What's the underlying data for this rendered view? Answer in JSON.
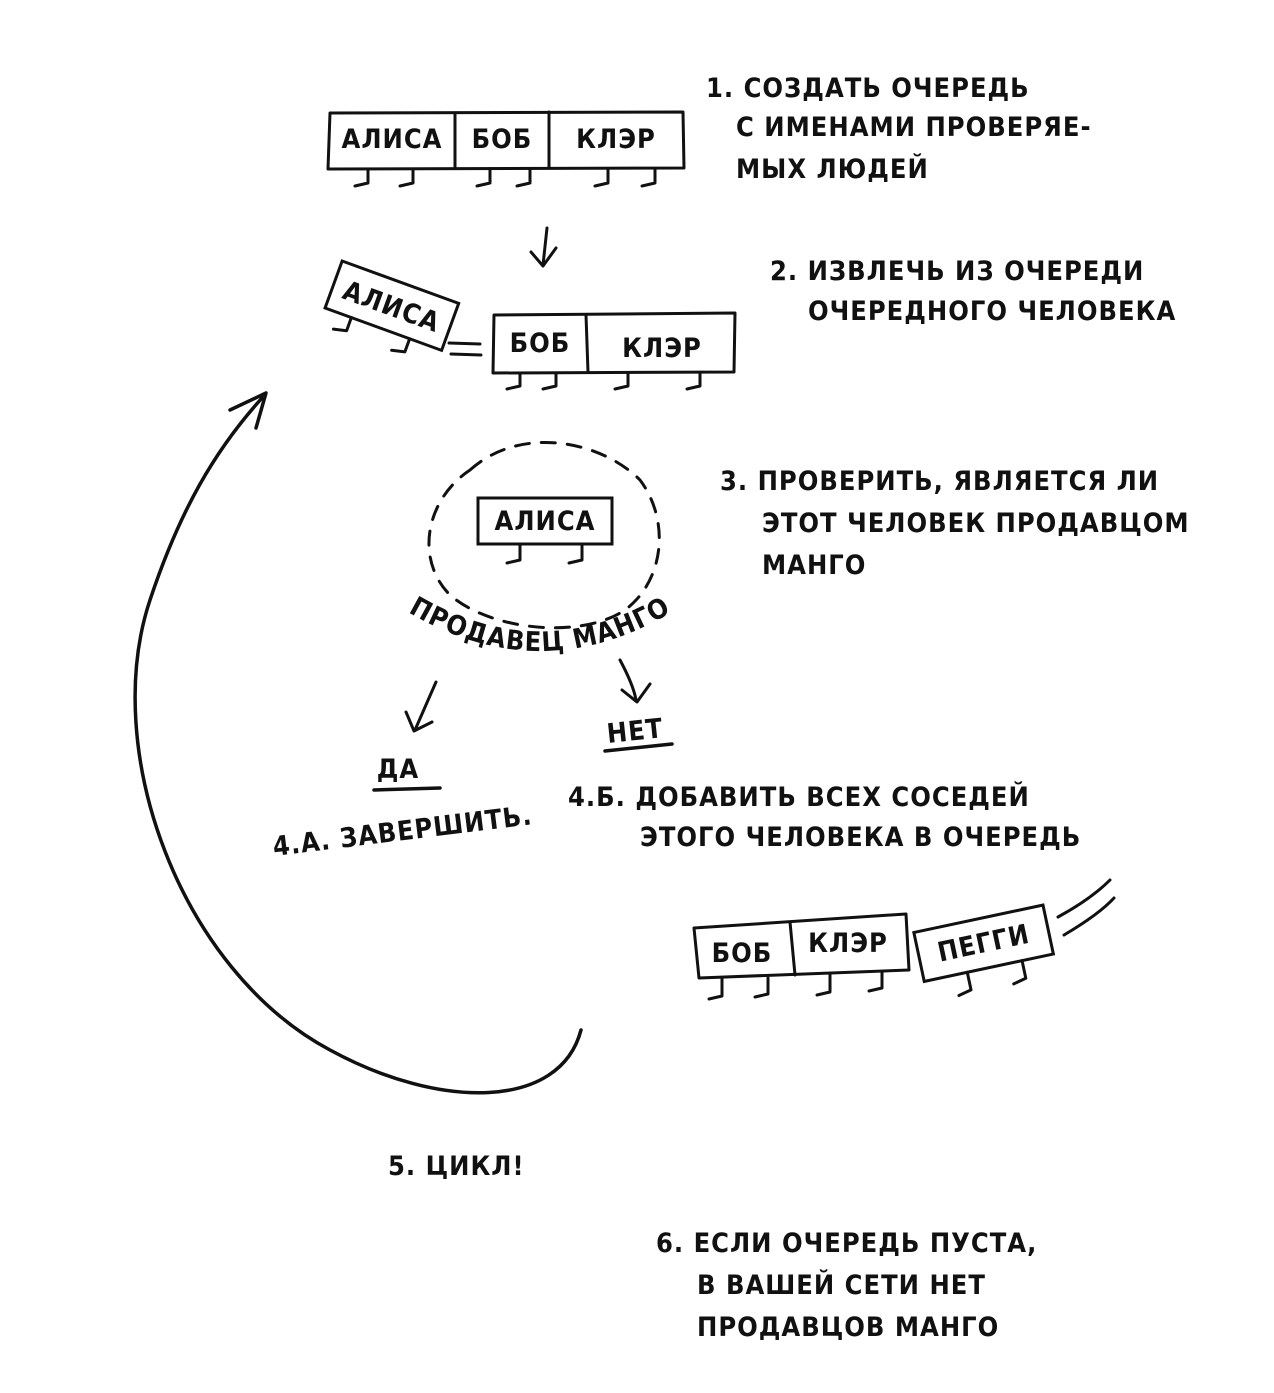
{
  "steps": {
    "step1": [
      "1. СОЗДАТЬ ОЧЕРЕДЬ",
      "С ИМЕНАМИ ПРОВЕРЯЕ-",
      "МЫХ ЛЮДЕЙ"
    ],
    "step2": [
      "2. ИЗВЛЕЧЬ ИЗ ОЧЕРЕДИ",
      "ОЧЕРЕДНОГО ЧЕЛОВЕКА"
    ],
    "step3": [
      "3. ПРОВЕРИТЬ, ЯВЛЯЕТСЯ ЛИ",
      "ЭТОТ ЧЕЛОВЕК ПРОДАВЦОМ",
      "МАНГО"
    ],
    "step4a": "4.А. ЗАВЕРШИТЬ.",
    "step4b": [
      "4.Б. ДОБАВИТЬ ВСЕХ СОСЕДЕЙ",
      "ЭТОГО ЧЕЛОВЕКА В ОЧЕРЕДЬ"
    ],
    "step5": "5. ЦИКЛ!",
    "step6": [
      "6. ЕСЛИ ОЧЕРЕДЬ ПУСТА,",
      "В ВАШЕЙ СЕТИ НЕТ",
      "ПРОДАВЦОВ МАНГО"
    ]
  },
  "queues": {
    "initial": [
      "АЛИСА",
      "БОБ",
      "КЛЭР"
    ],
    "dequeued": "АЛИСА",
    "remaining": [
      "БОБ",
      "КЛЭР"
    ],
    "checked": "АЛИСА",
    "after_add": [
      "БОБ",
      "КЛЭР"
    ],
    "added": "ПЕГГИ"
  },
  "labels": {
    "mango_seller": "ПРОДАВЕЦ МАНГО",
    "yes": "ДА",
    "no": "НЕТ"
  }
}
